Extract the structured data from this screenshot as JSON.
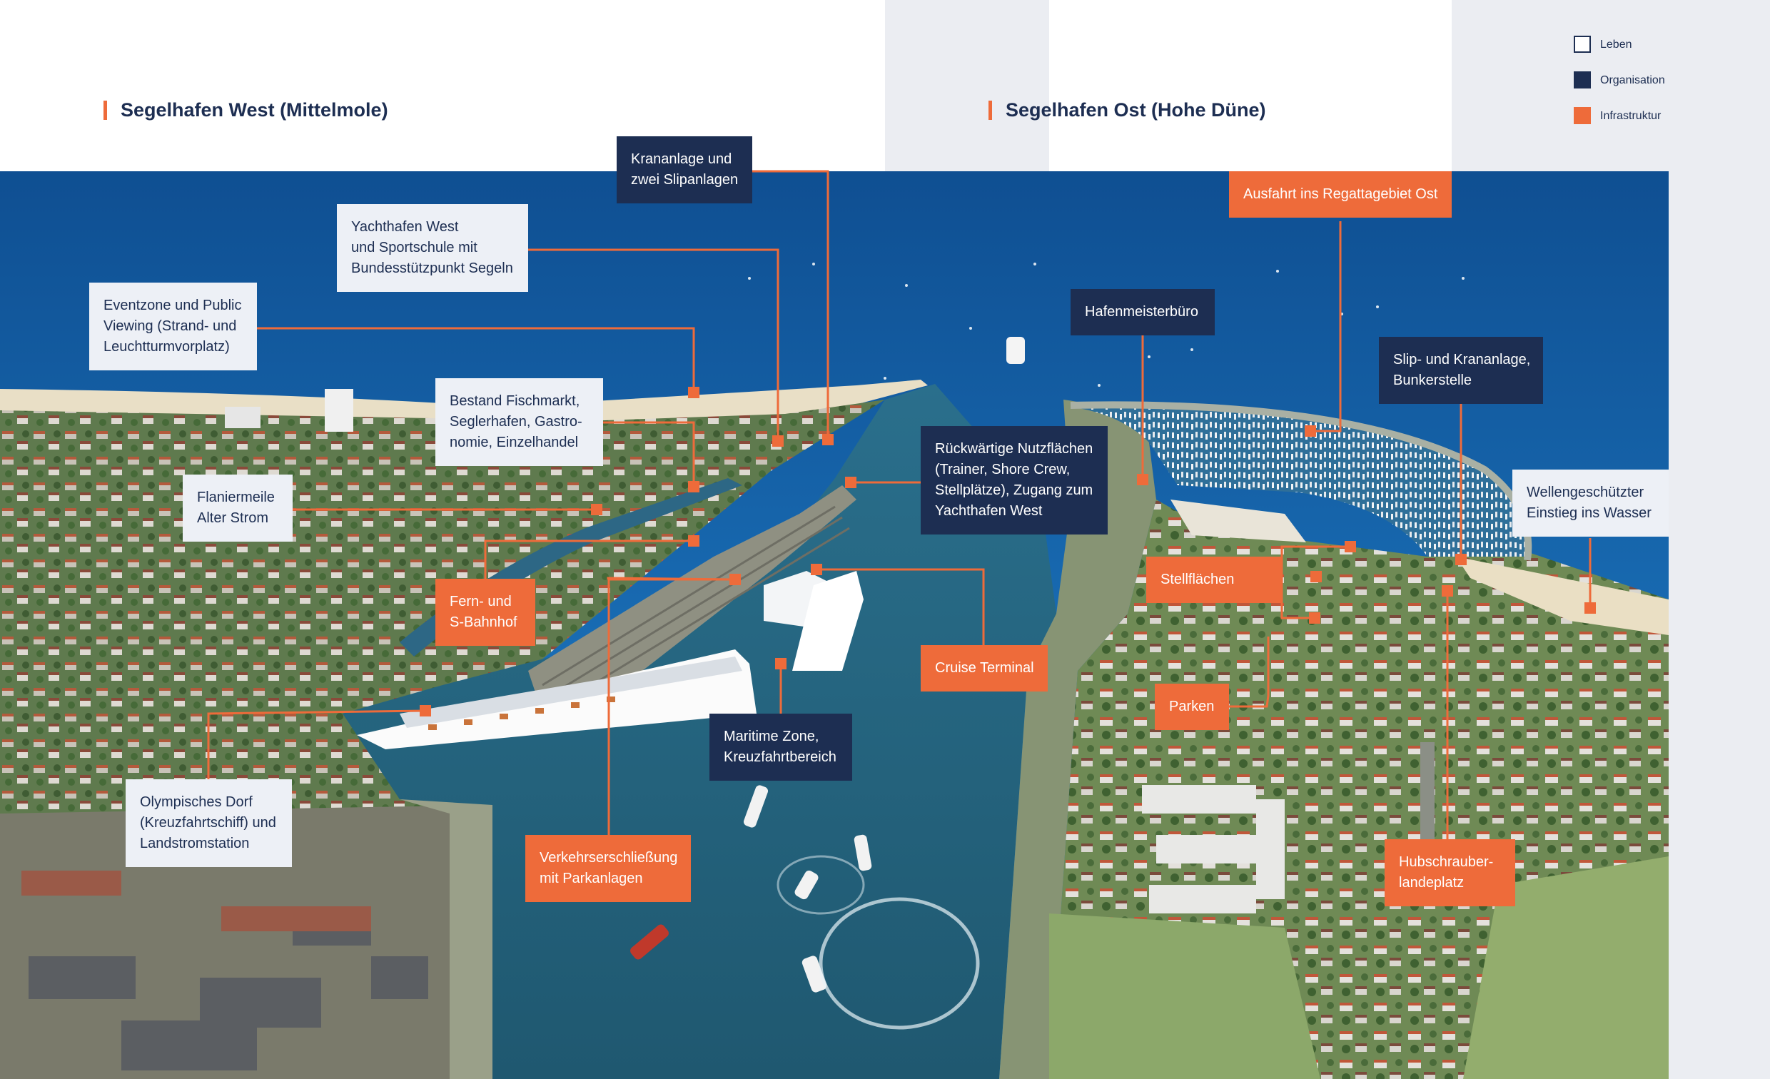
{
  "header": {
    "west_title": "Segelhafen West (Mittelmole)",
    "east_title": "Segelhafen Ost (Hohe Düne)"
  },
  "legend": {
    "items": [
      {
        "label": "Leben",
        "type": "leben"
      },
      {
        "label": "Organisation",
        "type": "org"
      },
      {
        "label": "Infrastruktur",
        "type": "infra"
      }
    ]
  },
  "colors": {
    "navy": "#1d2e52",
    "orange": "#ee6b3a",
    "light": "#edf0f6"
  },
  "labels": {
    "krananlage": {
      "category": "org",
      "lines": [
        "Krananlage und",
        "zwei Slipanlagen"
      ]
    },
    "yachthafen_west": {
      "category": "leben",
      "lines": [
        "Yachthafen West",
        "und Sportschule mit",
        "Bundesstützpunkt Segeln"
      ]
    },
    "eventzone": {
      "category": "leben",
      "lines": [
        "Eventzone und Public",
        "Viewing (Strand- und",
        "Leuchtturmvorplatz)"
      ]
    },
    "fischmarkt": {
      "category": "leben",
      "lines": [
        "Bestand Fischmarkt,",
        "Seglerhafen, Gastro-",
        "nomie, Einzelhandel"
      ]
    },
    "flaniermeile": {
      "category": "leben",
      "lines": [
        "Flaniermeile",
        "Alter Strom"
      ]
    },
    "bahnhof": {
      "category": "infra",
      "lines": [
        "Fern- und",
        "S-Bahnhof"
      ]
    },
    "nutzflaechen": {
      "category": "org",
      "lines": [
        "Rückwärtige Nutzflächen",
        "(Trainer, Shore Crew,",
        "Stellplätze), Zugang zum",
        "Yachthafen West"
      ]
    },
    "cruise_terminal": {
      "category": "infra",
      "lines": [
        "Cruise Terminal"
      ]
    },
    "maritime_zone": {
      "category": "org",
      "lines": [
        "Maritime Zone,",
        "Kreuzfahrtbereich"
      ]
    },
    "olympisches_dorf": {
      "category": "leben",
      "lines": [
        "Olympisches Dorf",
        "(Kreuzfahrtschiff) und",
        "Landstromstation"
      ]
    },
    "verkehr": {
      "category": "infra",
      "lines": [
        "Verkehrserschließung",
        "mit Parkanlagen"
      ]
    },
    "ausfahrt": {
      "category": "infra",
      "lines": [
        "Ausfahrt ins Regattagebiet Ost"
      ]
    },
    "hafenmeister": {
      "category": "org",
      "lines": [
        "Hafenmeisterbüro"
      ]
    },
    "slip_kran": {
      "category": "org",
      "lines": [
        "Slip- und Krananlage,",
        "Bunkerstelle"
      ]
    },
    "wellen": {
      "category": "leben",
      "lines": [
        "Wellengeschützter",
        "Einstieg ins Wasser"
      ]
    },
    "stellflaechen": {
      "category": "infra",
      "lines": [
        "Stellflächen"
      ]
    },
    "parken": {
      "category": "infra",
      "lines": [
        "Parken"
      ]
    },
    "hubschrauber": {
      "category": "infra",
      "lines": [
        "Hubschrauber-",
        "landeplatz"
      ]
    }
  }
}
